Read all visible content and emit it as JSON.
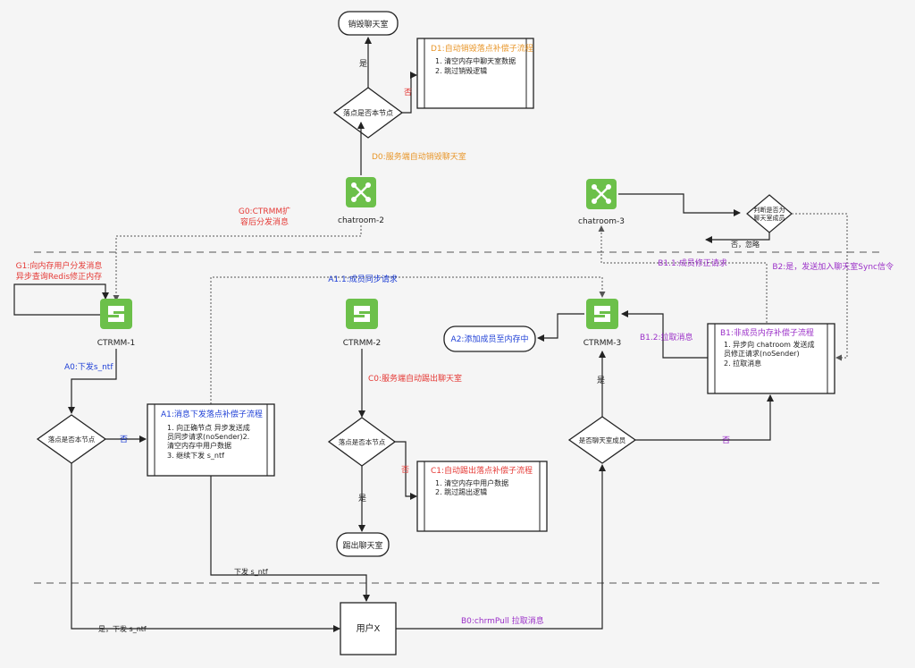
{
  "colors": {
    "orange": "#e8962a",
    "red": "#e53935",
    "blue": "#1e3fd6",
    "purple": "#9b30c8",
    "green": "#6cc04a",
    "line": "#222222",
    "dotted": "#555555",
    "text": "#222222"
  },
  "nodes": {
    "destroy_room": "销毁聊天室",
    "check_d": "落点是否本节点",
    "yes_d": "是",
    "no_d": "否",
    "d0": "D0:服务端自动销毁聊天室",
    "d1_title": "D1:自动销毁落点补偿子流程",
    "d1_line1": "1. 清空内存中聊天室数据",
    "d1_line2": "2. 跳过销毁逻辑",
    "chatroom2": "chatroom-2",
    "chatroom3": "chatroom-3",
    "g0_line1": "G0:CTRMM扩",
    "g0_line2": "容后分发消息",
    "judge_member_l1": "判断是否为",
    "judge_member_l2": "聊天室成员",
    "no_ignore": "否，忽略",
    "b11": "B1.1:成员修正请求",
    "b2": "B2:是，发送加入聊天室Sync信令",
    "g1_line1": "G1:向内存用户分发消息",
    "g1_line2": "异步查询Redis修正内存",
    "a11": "A1.1:成员同步请求",
    "ctrmm1": "CTRMM-1",
    "ctrmm2": "CTRMM-2",
    "ctrmm3": "CTRMM-3",
    "a2": "A2:添加成员至内存中",
    "b12": "B1.2:拉取消息",
    "b1_title": "B1:非成员内存补偿子流程",
    "b1_line1": "1. 异步向 chatroom 发送成",
    "b1_line2": "员修正请求(noSender)",
    "b1_line3": "2. 拉取消息",
    "a0": "A0:下发s_ntf",
    "c0": "C0:服务端自动踢出聊天室",
    "check_a": "落点是否本节点",
    "no_a": "否",
    "a1_title": "A1:消息下发落点补偿子流程",
    "a1_line1": "1. 向正确节点 异步发送成",
    "a1_line2": "员同步请求(noSender)2.",
    "a1_line3": "清空内存中用户数据",
    "a1_line4": "3. 继续下发 s_ntf",
    "check_c": "落点是否本节点",
    "no_c": "否",
    "c1_title": "C1:自动踢出落点补偿子流程",
    "c1_line1": "1. 清空内存中用户数据",
    "c1_line2": "2. 跳过踢出逻辑",
    "yes_c": "是",
    "kick_room": "踢出聊天室",
    "check_member": "是否聊天室成员",
    "yes_b": "是",
    "no_b": "否",
    "send_sntf": "下发 s_ntf",
    "user_x": "用户X",
    "yes_send_sntf": "是，下发 s_ntf",
    "b0": "B0:chrmPull 拉取消息"
  }
}
